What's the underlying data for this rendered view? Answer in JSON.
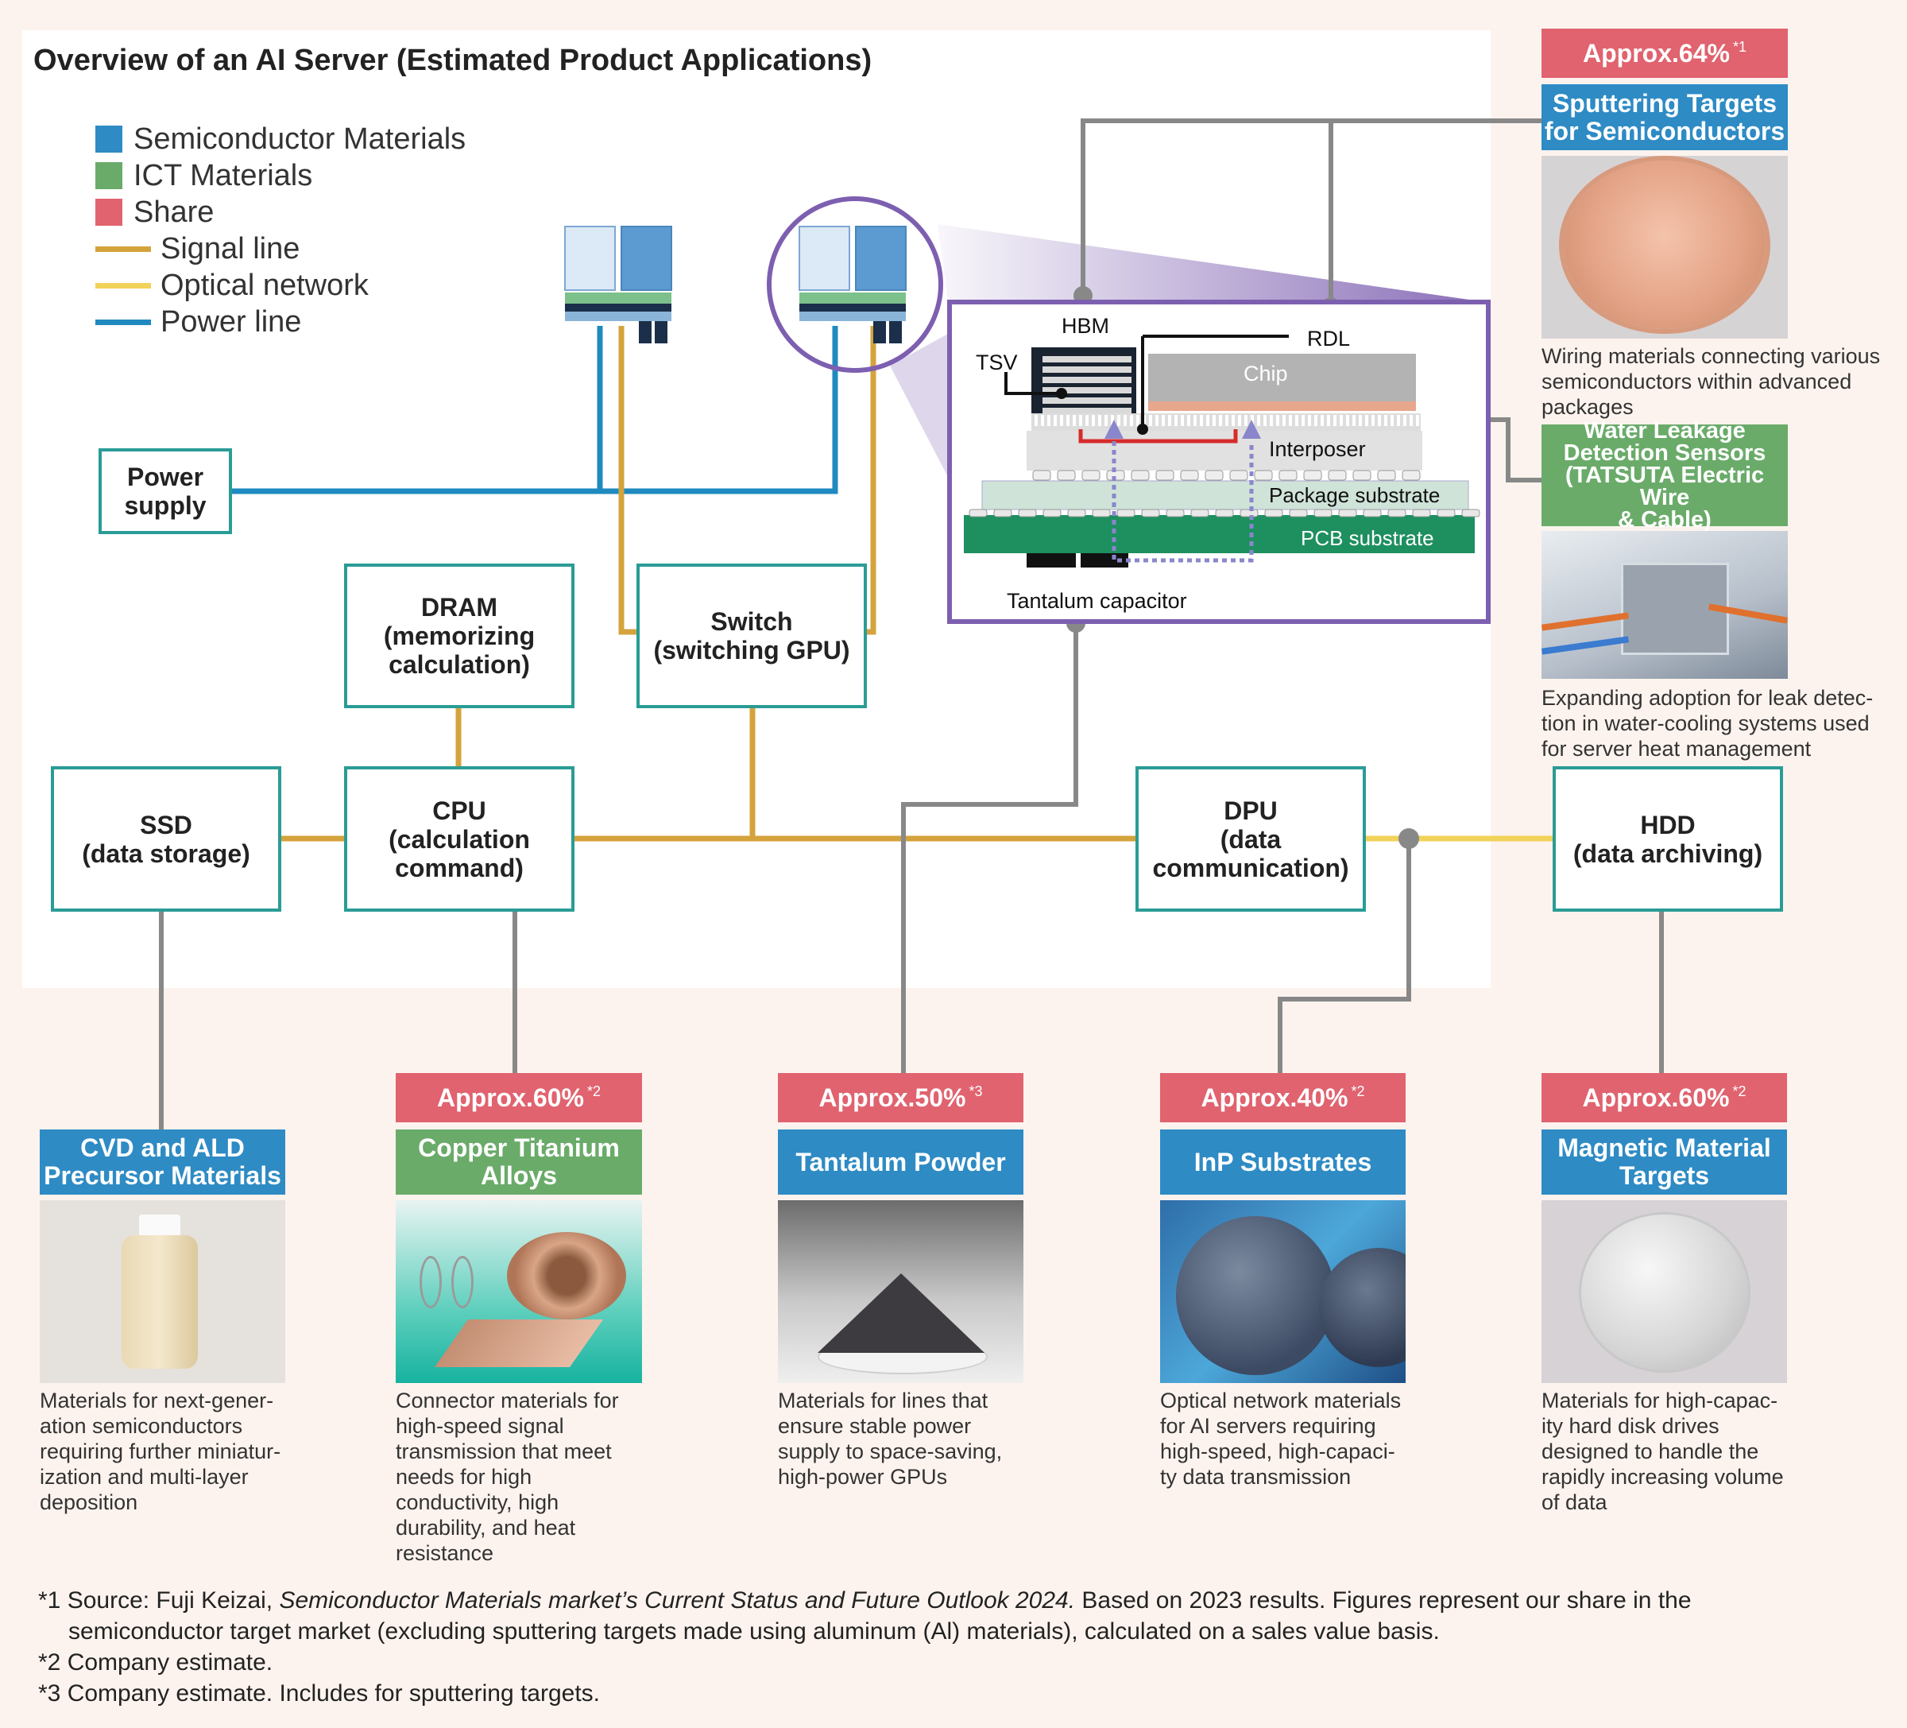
{
  "title": "Overview of an AI Server (Estimated Product Applications)",
  "legend": [
    {
      "kind": "square",
      "color": "#2e8bc4",
      "label": "Semiconductor Materials"
    },
    {
      "kind": "square",
      "color": "#6aab6a",
      "label": "ICT Materials"
    },
    {
      "kind": "square",
      "color": "#e0636f",
      "label": "Share"
    },
    {
      "kind": "line",
      "color": "#d4a33c",
      "label": "Signal line"
    },
    {
      "kind": "line",
      "color": "#f1d25a",
      "label": "Optical network"
    },
    {
      "kind": "line",
      "color": "#1f8ac0",
      "label": "Power line"
    }
  ],
  "colors": {
    "semi": "#2e8bc4",
    "ict": "#6aab6a",
    "share": "#e0636f",
    "signal": "#d4a33c",
    "optical": "#f1d25a",
    "power": "#1f8ac0",
    "connector": "#888888",
    "zoom": "#7d5fb0",
    "box_border": "#2a9c96"
  },
  "components": {
    "power_supply": "Power\nsupply",
    "dram": "DRAM\n(memorizing\ncalculation)",
    "switch": "Switch\n(switching GPU)",
    "ssd": "SSD\n(data storage)",
    "cpu": "CPU\n(calculation\ncommand)",
    "dpu": "DPU\n(data\ncommunication)",
    "hdd": "HDD\n(data archiving)"
  },
  "package": {
    "hbm": "HBM",
    "rdl": "RDL",
    "tsv": "TSV",
    "chip": "Chip",
    "interposer": "Interposer",
    "package_substrate": "Package substrate",
    "pcb_substrate": "PCB substrate",
    "tantalum_capacitor": "Tantalum capacitor"
  },
  "products": {
    "sputtering": {
      "share": "Approx.64%",
      "note": "*1",
      "label": "Sputtering Targets\nfor Semiconductors",
      "desc": "Wiring materials connecting various\nsemiconductors within advanced\npackages"
    },
    "water": {
      "label": "Water Leakage\nDetection Sensors\n(TATSUTA Electric Wire\n& Cable)",
      "desc": "Expanding adoption for leak detec-\ntion in water-cooling systems used\nfor server heat management"
    },
    "cvd": {
      "label": "CVD and ALD\nPrecursor Materials",
      "desc": "Materials for next-gener-\nation semiconductors\nrequiring further miniatur-\nization and multi-layer\ndeposition"
    },
    "copper": {
      "share": "Approx.60%",
      "note": "*2",
      "label": "Copper Titanium\nAlloys",
      "desc": "Connector materials for\nhigh-speed signal\ntransmission that meet\nneeds for high\nconductivity, high\ndurability, and heat\nresistance"
    },
    "tantalum": {
      "share": "Approx.50%",
      "note": "*3",
      "label": "Tantalum Powder",
      "desc": "Materials for lines that\nensure stable power\nsupply to space-saving,\nhigh-power GPUs"
    },
    "inp": {
      "share": "Approx.40%",
      "note": "*2",
      "label": "InP Substrates",
      "desc": "Optical network materials\nfor AI servers requiring\nhigh-speed, high-capaci-\nty data transmission"
    },
    "magnetic": {
      "share": "Approx.60%",
      "note": "*2",
      "label": "Magnetic Material\nTargets",
      "desc": "Materials for high-capac-\nity hard disk drives\ndesigned to handle the\nrapidly increasing volume\nof data"
    }
  },
  "footnotes": {
    "n1_mark": "*1 Source: Fuji Keizai, ",
    "n1_italic": "Semiconductor Materials market’s Current Status and Future Outlook 2024.",
    "n1_rest": " Based on 2023 results. Figures represent our share in the",
    "n1_line2": "semiconductor target market (excluding sputtering targets made using aluminum (Al) materials), calculated on a sales value basis.",
    "n2": "*2 Company estimate.",
    "n3": "*3 Company estimate. Includes for sputtering targets."
  }
}
